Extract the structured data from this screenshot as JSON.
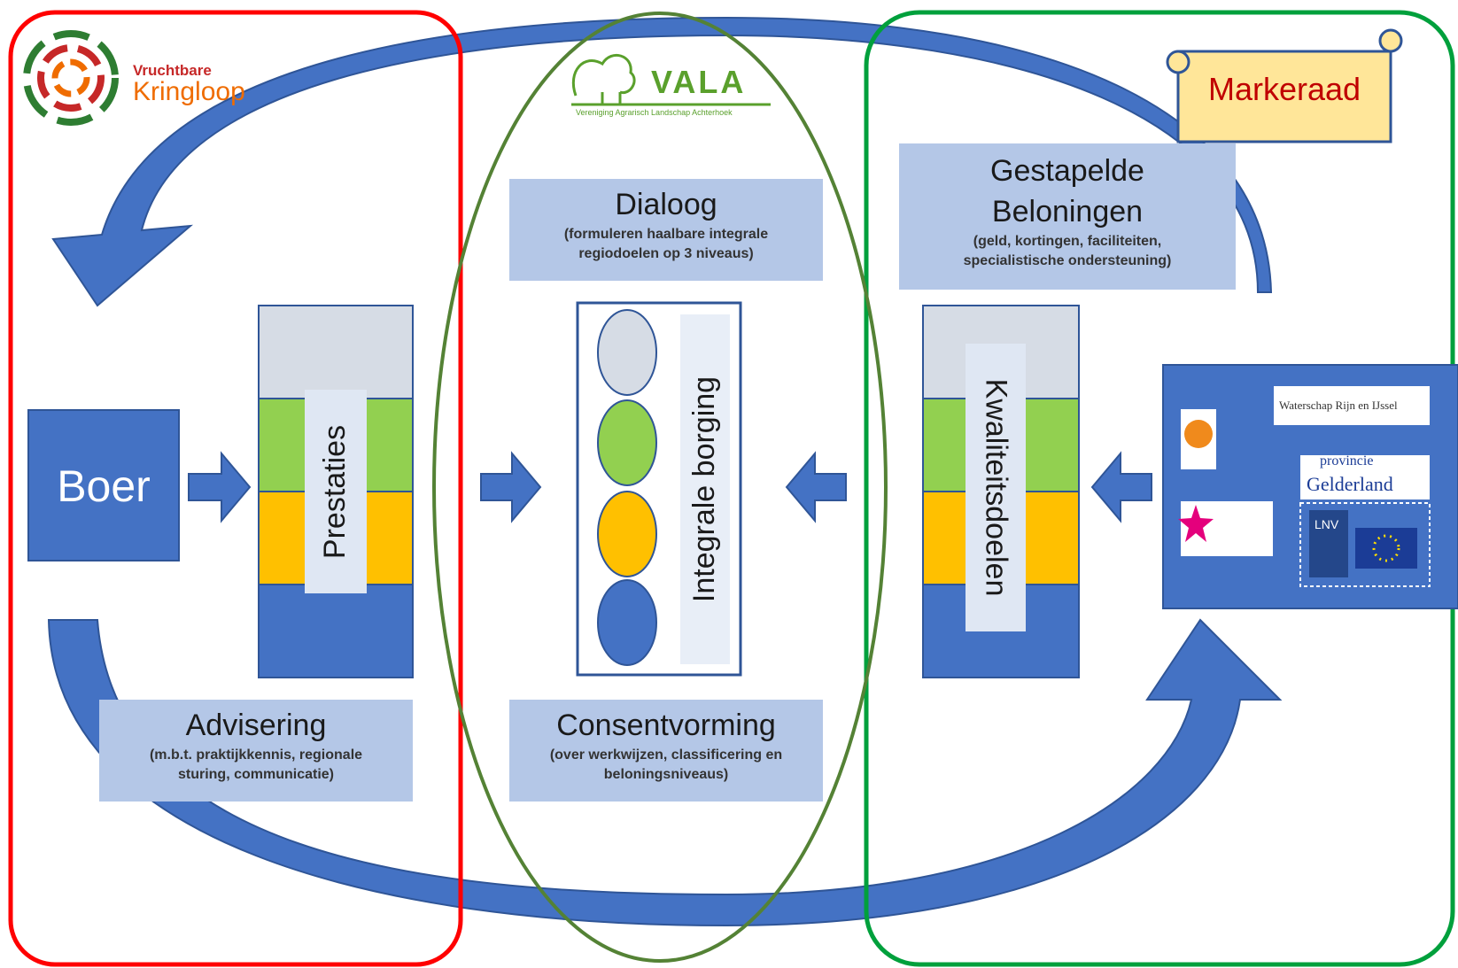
{
  "logos": {
    "kringloop_line1": "Vruchtbare",
    "kringloop_line2": "Kringloop",
    "vala_name": "VALA",
    "vala_sub": "Vereniging Agrarisch Landschap Achterhoek",
    "markeraad": "Markeraad",
    "waterschap": "Waterschap Rijn en IJssel",
    "provincie_line1": "provincie",
    "provincie_line2": "Gelderland",
    "lnv": "LNV"
  },
  "boer": "Boer",
  "prestaties": "Prestaties",
  "integrale_borging": "Integrale borging",
  "kwaliteitsdoelen": "Kwaliteitsdoelen",
  "dialoog": {
    "title": "Dialoog",
    "sub": "(formuleren haalbare integrale regiodoelen op 3 niveaus)"
  },
  "gestapelde": {
    "title_line1": "Gestapelde",
    "title_line2": "Beloningen",
    "sub": "(geld, kortingen, faciliteiten, specialistische ondersteuning)"
  },
  "advisering": {
    "title": "Advisering",
    "sub": "(m.b.t. praktijkkennis, regionale sturing, communicatie)"
  },
  "consentvorming": {
    "title": "Consentvorming",
    "sub": "(over werkwijzen, classificering en beloningsniveaus)"
  },
  "colors": {
    "blue": "#4472c4",
    "dark_blue": "#2f5597",
    "grey": "#d6dce5",
    "green": "#92d050",
    "yellow": "#ffc000",
    "red_frame": "#ff0000",
    "olive_frame": "#548235",
    "green_frame": "#00a03c",
    "scroll_fill": "#ffe699"
  }
}
